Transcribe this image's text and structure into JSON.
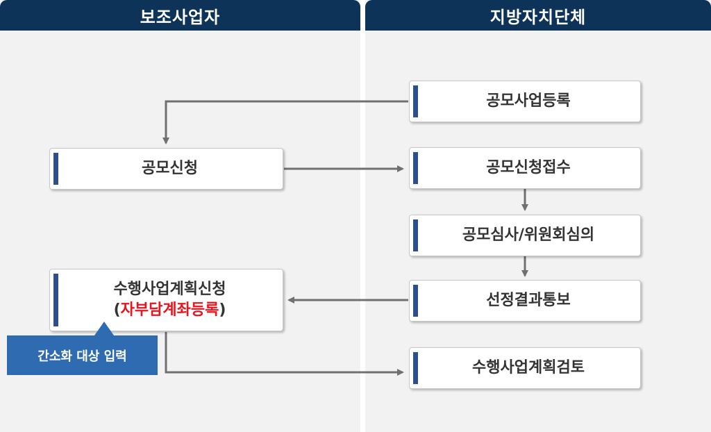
{
  "lanes": {
    "left_title": "보조사업자",
    "right_title": "지방자치단체"
  },
  "boxes": {
    "registration": "공모사업등록",
    "application": "공모신청",
    "receipt": "공모신청접수",
    "review": "공모심사/위원회심의",
    "notification": "선정결과통보",
    "plan_application_line1": "수행사업계획신청",
    "plan_application_paren_open": "(",
    "plan_application_highlight": "자부담계좌등록",
    "plan_application_paren_close": ")",
    "plan_review": "수행사업계획검토"
  },
  "callout": {
    "label": "간소화 대상 입력"
  },
  "colors": {
    "header_bg": "#0d3359",
    "accent_bar": "#2d4f8f",
    "callout_bg": "#2e6bb1",
    "highlight_text": "#e8141e",
    "arrow": "#707070"
  }
}
